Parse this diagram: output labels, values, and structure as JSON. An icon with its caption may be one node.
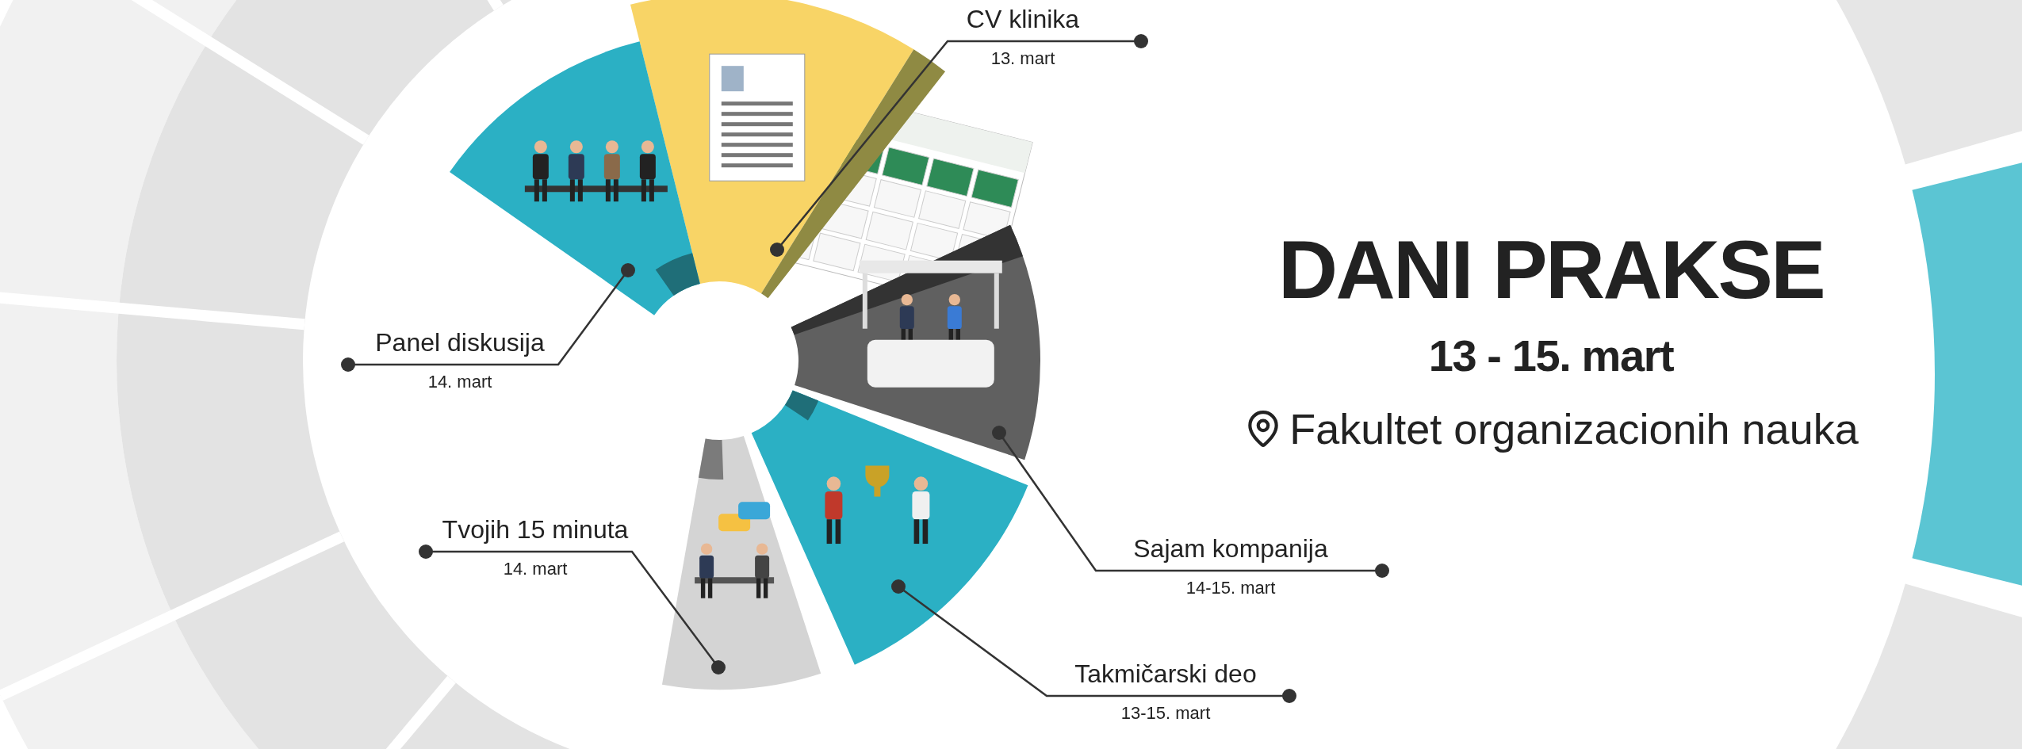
{
  "diagram": {
    "title": "DANI PRAKSE",
    "nodes": [
      {
        "text": [
          "CV klinika",
          "13. mart"
        ]
      },
      {
        "text": [],
        "shape": "picture"
      },
      {
        "text": [
          "Panel diskusija",
          "14. mart"
        ]
      },
      {
        "text": [],
        "shape": "picture"
      },
      {
        "text": [
          "Sajam kompanija",
          "14-15. mart"
        ]
      },
      {
        "text": [],
        "shape": "picture"
      },
      {
        "text": [
          "Tvojih 15 minuta",
          "14. mart"
        ]
      },
      {
        "text": [],
        "shape": "picture"
      },
      {
        "text": [
          "Takmičarski deo",
          "13-15. mart"
        ]
      },
      {
        "text": [],
        "shape": "picture"
      }
    ],
    "edges": [
      {
        "from": 0,
        "to": 1,
        "arrow": "other"
      },
      {
        "from": 2,
        "to": 3,
        "arrow": "other"
      },
      {
        "from": 4,
        "to": 5,
        "arrow": "other"
      },
      {
        "from": 6,
        "to": 7,
        "arrow": "other"
      },
      {
        "from": 8,
        "to": 9,
        "arrow": "other"
      }
    ],
    "labels": [
      "13 - 15. mart",
      "Fakultet organizacionih nauka"
    ]
  }
}
